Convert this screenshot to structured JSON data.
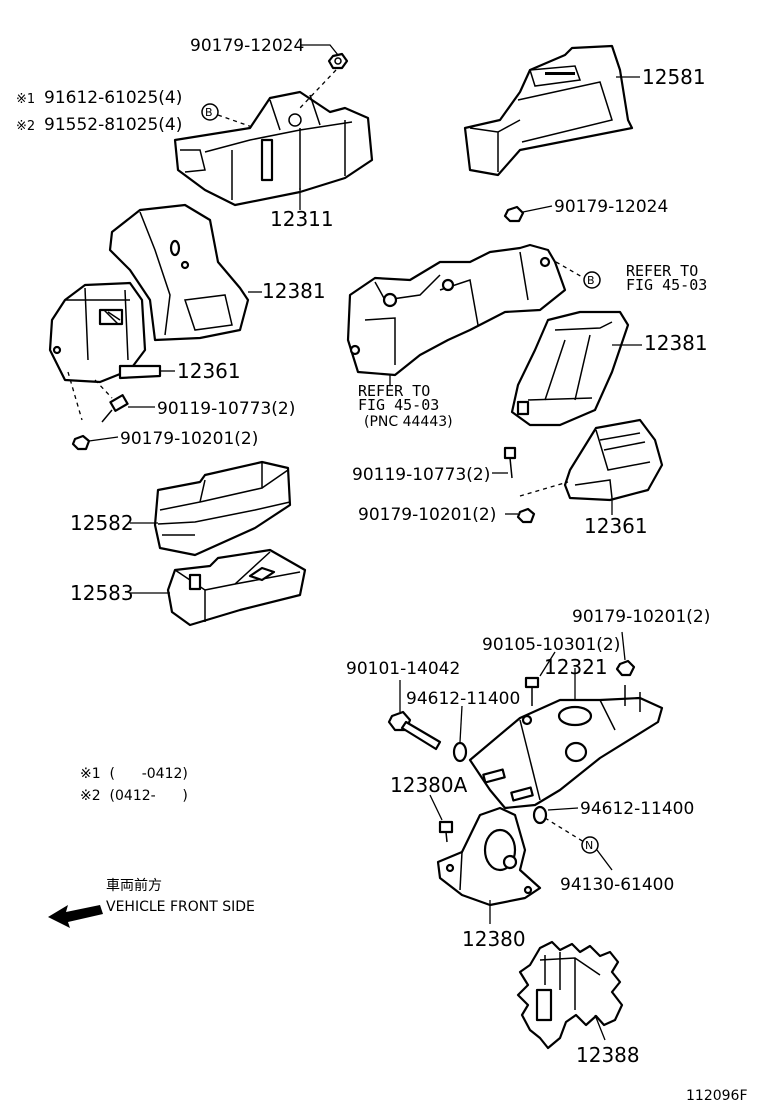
{
  "labels": {
    "p_90179_12024_a": "90179-12024",
    "p_91612": "91612-61025(4)",
    "p_91552": "91552-81025(4)",
    "mark1": "※1",
    "mark2": "※2",
    "p_12311": "12311",
    "p_12581": "12581",
    "p_90179_12024_b": "90179-12024",
    "p_12381_l": "12381",
    "p_12361_l": "12361",
    "p_90119_l": "90119-10773(2)",
    "p_90179_10201_l": "90179-10201(2)",
    "refer_r1": "REFER TO",
    "refer_r2": "FIG 45-03",
    "refer_l1": "REFER TO",
    "refer_l2": "FIG 45-03",
    "refer_l3": "(PNC 44443)",
    "p_12381_r": "12381",
    "p_90119_r": "90119-10773(2)",
    "p_90179_10201_r": "90179-10201(2)",
    "p_12361_r": "12361",
    "p_12582": "12582",
    "p_12583": "12583",
    "p_90179_10201_b": "90179-10201(2)",
    "p_90105": "90105-10301(2)",
    "p_90101": "90101-14042",
    "p_12321": "12321",
    "p_94612_a": "94612-11400",
    "p_12380A": "12380A",
    "p_94612_b": "94612-11400",
    "p_94130": "94130-61400",
    "p_12380": "12380",
    "p_12388": "12388",
    "note1": "※1  (      -0412)",
    "note2": "※2  (0412-      )",
    "front_jp": "車両前方",
    "front_en": "VEHICLE FRONT SIDE",
    "fig_id": "112096F",
    "circle_b": "B",
    "circle_n": "N"
  }
}
